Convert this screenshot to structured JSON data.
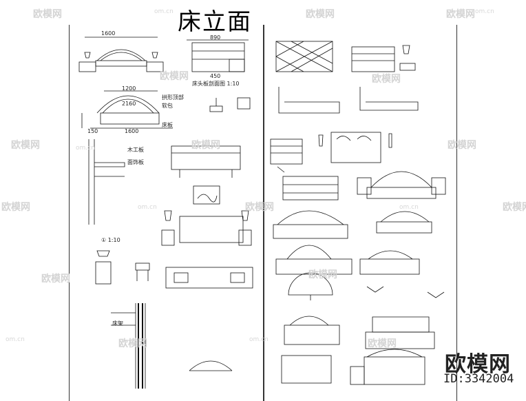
{
  "title": "床立面",
  "section_label": "床头板剖面图 1:10",
  "detail_marker": "① 1:10",
  "watermark": {
    "text": "欧模网",
    "url": "om.cn"
  },
  "brand": {
    "name": "欧模网",
    "id": "ID:3342004"
  },
  "dimensions": [
    "1600",
    "1200",
    "2160",
    "1600",
    "150",
    "890",
    "450"
  ],
  "annotations": [
    "拱形顶部",
    "软包",
    "床板",
    "木工板",
    "面饰板",
    "床架"
  ]
}
